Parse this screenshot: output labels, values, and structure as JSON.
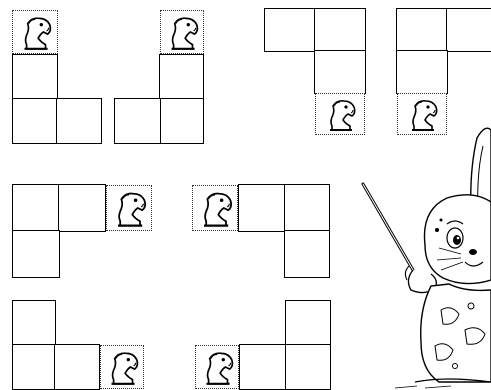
{
  "title": "",
  "figures": [
    {
      "id": "figure-1",
      "knight_position": "top"
    },
    {
      "id": "figure-2",
      "knight_position": "top"
    },
    {
      "id": "figure-3",
      "knight_position": "bottom"
    },
    {
      "id": "figure-4",
      "knight_position": "bottom"
    },
    {
      "id": "figure-5",
      "knight_position": "right"
    },
    {
      "id": "figure-6",
      "knight_position": "left"
    },
    {
      "id": "figure-7",
      "knight_position": "bottom-right"
    },
    {
      "id": "figure-8",
      "knight_position": "bottom-left"
    }
  ],
  "illustration": {
    "subject": "bunny-with-pointer",
    "style": "line-art"
  },
  "icons": {
    "knight": "chess-knight-icon"
  },
  "colors": {
    "line": "#000000",
    "background": "#ffffff"
  }
}
